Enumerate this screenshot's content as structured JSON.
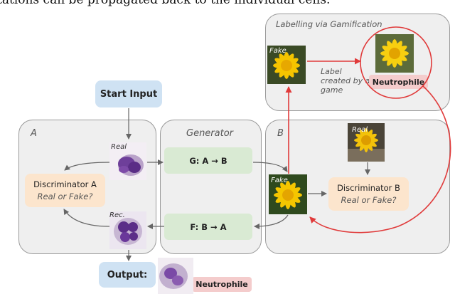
{
  "caption_fragment": "tations can be propagated back to the individual cells.",
  "start_input": "Start Input",
  "output_label": "Output:",
  "output_tag": "Neutrophile",
  "panel_a": {
    "label": "A",
    "real": "Real",
    "rec": "Rec.",
    "disc_title": "Discriminator A",
    "disc_sub": "Real or Fake?"
  },
  "generator": {
    "title": "Generator",
    "g": "G: A → B",
    "f": "F: B → A"
  },
  "panel_b": {
    "label": "B",
    "real": "Real",
    "fake": "Fake",
    "disc_title": "Discriminator B",
    "disc_sub": "Real or Fake?"
  },
  "gamification": {
    "title": "Labelling via Gamification",
    "fake": "Fake",
    "note": "Label\ncreated by a\ngame",
    "tag": "Neutrophile"
  },
  "colors": {
    "accent_red": "#e03a3a",
    "panel_border": "#9a9a9a"
  }
}
